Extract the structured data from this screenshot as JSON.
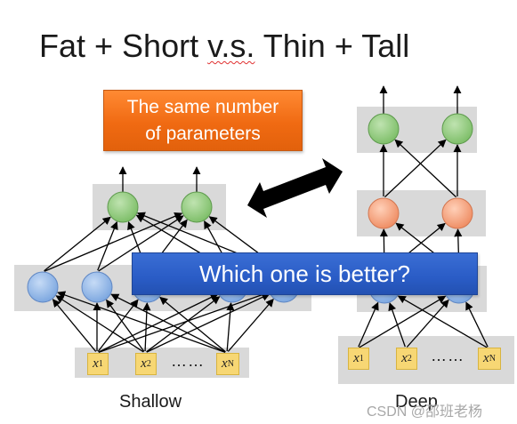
{
  "slide": {
    "title_main": "Fat + Short ",
    "title_vs": "v.s.",
    "title_end": " Thin + Tall"
  },
  "callouts": {
    "params_line1": "The same number",
    "params_line2": "of parameters",
    "question": "Which one is better?"
  },
  "shallow": {
    "label": "Shallow",
    "inputs": [
      {
        "var": "x",
        "sub": "1"
      },
      {
        "var": "x",
        "sub": "2"
      },
      {
        "var": "x",
        "sub": "N"
      }
    ],
    "dots": "……"
  },
  "deep": {
    "label": "Deep",
    "inputs": [
      {
        "var": "x",
        "sub": "1"
      },
      {
        "var": "x",
        "sub": "2"
      },
      {
        "var": "x",
        "sub": "N"
      }
    ],
    "dots": "……"
  },
  "watermark": "CSDN @邵班老杨",
  "colors": {
    "green_node": "#8fc97a",
    "orange_node": "#f4a27e",
    "blue_node": "#8db3e6",
    "layer_band": "#d9d9d9",
    "input_box": "#f7d774",
    "orange_callout": "#f07020",
    "blue_callout": "#2f62c9"
  }
}
